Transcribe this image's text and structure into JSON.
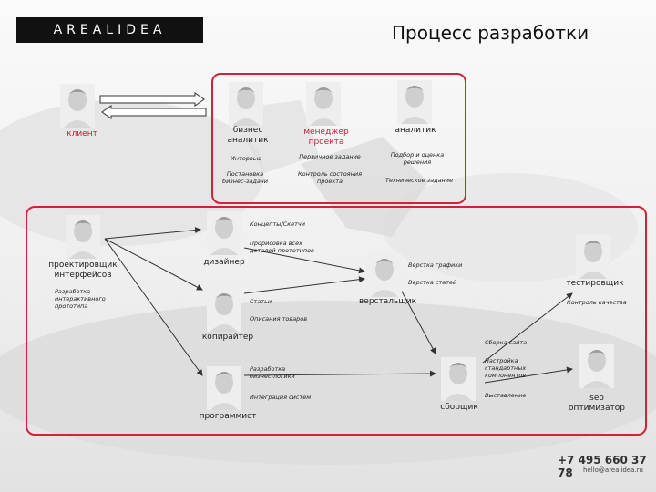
{
  "header": {
    "logo_text": "AREALIDEA",
    "title": "Процесс разработки"
  },
  "client": {
    "label": "клиент"
  },
  "top_group": {
    "roles": [
      {
        "label": "бизнес\nаналитик"
      },
      {
        "label": "менеджер\nпроекта"
      },
      {
        "label": "аналитик"
      }
    ],
    "tasks": {
      "interview": "Интервью",
      "initial_task": "Первичное задание",
      "selection": "Подбор и оценка\nрешения",
      "business_task": "Постановка\nбизнес-задачи",
      "project_control": "Контроль состояния\nпроекта",
      "tech_task": "Техническое задание"
    }
  },
  "bottom_group": {
    "roles": {
      "interface_designer": "проектировщик\nинтерфейсов",
      "designer": "дизайнер",
      "copywriter": "копирайтер",
      "programmer": "программист",
      "layout_designer": "верстальщик",
      "tester": "тестировщик",
      "builder": "сборщик",
      "seo": "seo\nоптимизатор"
    },
    "tasks": {
      "prototype": "Разработка\nинтерактивного\nпрототипа",
      "concepts": "Концепты/Скетчи",
      "detail_prototypes": "Прорисовка всех\nдеталей прототипов",
      "graphics_layout": "Верстка графики",
      "articles_layout": "Верстка статей",
      "articles": "Статьи",
      "goods_desc": "Описания товаров",
      "quality_control": "Контроль качества",
      "site_build": "Сборка сайта",
      "business_logic": "Разработка\nбизнес-логики",
      "system_integration": "Интеграция систем",
      "standard_components": "Настройка\nстандартных\nкомпонентов",
      "deploy": "Выставление"
    }
  },
  "footer": {
    "phone": "+7 495 660 37 78",
    "email": "hello@arealidea.ru"
  },
  "colors": {
    "accent_red": "#d0223b",
    "label_red": "#c0203a",
    "logo_bg": "#111111",
    "line": "#333333"
  },
  "icons": {
    "person": "person-avatar-icon",
    "arrow": "arrow-icon"
  }
}
